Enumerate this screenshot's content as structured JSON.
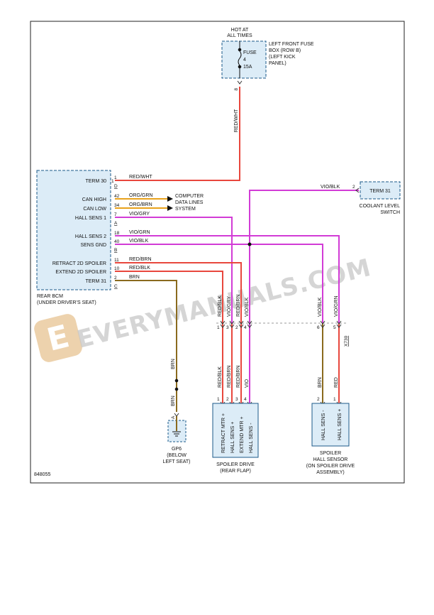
{
  "power": {
    "hot_line1": "HOT AT",
    "hot_line2": "ALL TIMES",
    "fuse_label": "FUSE",
    "fuse_number": "4",
    "fuse_amps": "15A",
    "box_line1": "LEFT FRONT FUSE",
    "box_line2": "BOX (ROW B)",
    "box_line3": "(LEFT KICK",
    "box_line4": "PANEL)",
    "pin": "8",
    "wire": "RED/WHT"
  },
  "bcm": {
    "name_line1": "REAR BCM",
    "name_line2": "(UNDER DRIVER'S SEAT)",
    "pins": [
      {
        "label": "TERM 30",
        "num": "1",
        "wire": "RED/WHT"
      },
      {
        "label": "CAN HIGH",
        "num": "42",
        "wire": "ORG/GRN"
      },
      {
        "label": "CAN LOW",
        "num": "34",
        "wire": "ORG/BRN"
      },
      {
        "label": "HALL SENS 1",
        "num": "7",
        "wire": "VIO/GRY"
      },
      {
        "label": "HALL SENS 2",
        "num": "18",
        "wire": "VIO/GRN"
      },
      {
        "label": "SENS GND",
        "num": "40",
        "wire": "VIO/BLK"
      },
      {
        "label": "RETRACT 2D SPOILER",
        "num": "11",
        "wire": "RED/BRN"
      },
      {
        "label": "EXTEND 2D SPOILER",
        "num": "10",
        "wire": "RED/BLK"
      },
      {
        "label": "TERM 31",
        "num": "2",
        "wire": "BRN"
      }
    ],
    "connectors": [
      "1",
      "D",
      "A",
      "B",
      "C"
    ]
  },
  "computer_lines": {
    "line1": "COMPUTER",
    "line2": "DATA LINES",
    "line3": "SYSTEM"
  },
  "coolant": {
    "label": "TERM 31",
    "pin": "2",
    "wire": "VIO/BLK",
    "line1": "COOLANT LEVEL",
    "line2": "SWITCH"
  },
  "inline": {
    "drive_upper_wires": [
      "RED/BLK",
      "VIO/GRY",
      "RED/BRN",
      "VIO/BLK"
    ],
    "drive_pins": [
      "1",
      "3",
      "2",
      "4"
    ],
    "sensor_upper_wires": [
      "VIO/BLK",
      "VIO/GRN"
    ],
    "sensor_pins": [
      "6",
      "5"
    ],
    "connector_id": "X730"
  },
  "ground": {
    "wire_upper": "BRN",
    "wire_lower": "BRN",
    "pin": "A",
    "name_line1": "GP6",
    "name_line2": "(BELOW",
    "name_line3": "LEFT SEAT)"
  },
  "spoiler_drive": {
    "lower_wires": [
      "RED/BLK",
      "RED/BRN",
      "RED/BRN",
      "VIO"
    ],
    "pins": [
      "1",
      "2",
      "3",
      "4"
    ],
    "terminals": [
      "RETRACT MTR +",
      "HALL SENS +",
      "EXTEND MTR +",
      "HALL SENS -"
    ],
    "name_line1": "SPOILER DRIVE",
    "name_line2": "(REAR FLAP)"
  },
  "hall_sensor": {
    "lower_wires": [
      "BRN",
      "RED"
    ],
    "pins": [
      "2",
      "1"
    ],
    "terminals": [
      "HALL SENS -",
      "HALL SENS +"
    ],
    "name_line1": "SPOILER",
    "name_line2": "HALL SENSOR",
    "name_line3": "(ON SPOILER DRIVE",
    "name_line4": "ASSEMBLY)"
  },
  "diagram_id": "848055",
  "watermark": "EVERYMANUALS.COM",
  "colors": {
    "red_wire": "#e8473d",
    "violet_wire": "#d23cd6",
    "orange_wire": "#e8a21b",
    "brown_wire": "#8a6a1e",
    "component_fill": "#dcecf7",
    "component_border": "#1b5a8a"
  }
}
